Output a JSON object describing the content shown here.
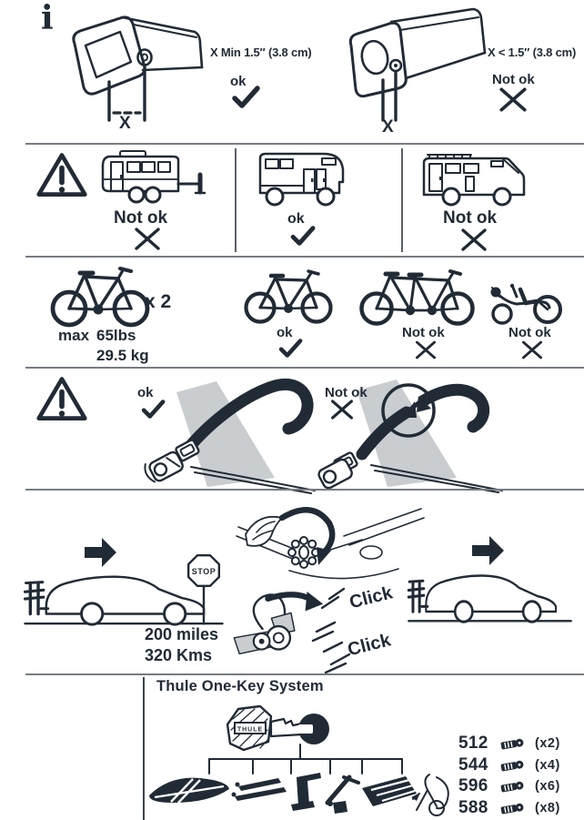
{
  "colors": {
    "ink": "#212b36",
    "shade_gray": "#c9cdd0",
    "rule_gray": "#767c82"
  },
  "icons": {
    "info_glyph": "i"
  },
  "hitch": {
    "ok_dim": "X Min 1.5″ (3.8 cm)",
    "ok_label": "ok",
    "ok_x": "X",
    "bad_dim": "X < 1.5″ (3.8 cm)",
    "bad_label": "Not ok",
    "bad_x": "X"
  },
  "vehicles": {
    "trailer_status": "Not ok",
    "camper_status": "ok",
    "motorhome_status": "Not ok"
  },
  "load": {
    "bike_count": "x 2",
    "max_label": "max",
    "max_lbs": "65lbs",
    "max_kg": "29.5 kg",
    "single_status": "ok",
    "tandem_status": "Not ok",
    "recumbent_status": "Not ok"
  },
  "strap": {
    "ok_status": "ok",
    "twisted_status": "Not ok"
  },
  "check_distance": {
    "stop_sign": "STOP",
    "miles": "200 miles",
    "kms": "320 Kms",
    "click_1": "Click",
    "click_2": "Click"
  },
  "one_key": {
    "title": "Thule One-Key System",
    "key_brand": "THULE",
    "parts": [
      {
        "sku": "512",
        "qty": "(x2)"
      },
      {
        "sku": "544",
        "qty": "(x4)"
      },
      {
        "sku": "596",
        "qty": "(x6)"
      },
      {
        "sku": "588",
        "qty": "(x8)"
      }
    ]
  }
}
